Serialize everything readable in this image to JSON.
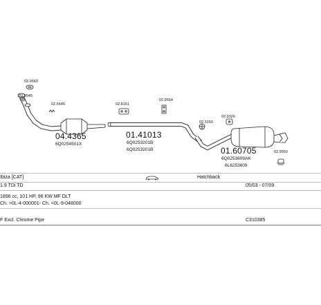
{
  "parts": {
    "p1": {
      "number": "04.4365",
      "oe": "6Q0254501X"
    },
    "p2": {
      "number": "01.41013",
      "oe1": "6Q0253201B",
      "oe2": "6Q0253201B"
    },
    "p3": {
      "number": "01.60705",
      "oe1": "6Q0253609AK",
      "oe2": "6L6253609"
    }
  },
  "fittings": {
    "f_clamp_top": "02.9560",
    "f_gasket1": "02.9545",
    "f_gasket2": "02.5545",
    "f_hanger1": "02.8161",
    "f_hanger2": "02.9554",
    "f_clamp_mid": "02.3150",
    "f_hanger3": "02.9326",
    "f_hanger4": "02.9550"
  },
  "info": {
    "model": "Ibiza [CAT]",
    "body": "Hatchback",
    "engine": "1.9 TDi TD",
    "years": "05/03 - 07/09",
    "spec": "1896 cc, 101 HP, 96 KW MF DLT",
    "chassis": "Ch. >0L-4-000001- Ch. <0L-9-048000",
    "remark": "F Excl. Chrome Pipe",
    "ref": "C310385"
  }
}
